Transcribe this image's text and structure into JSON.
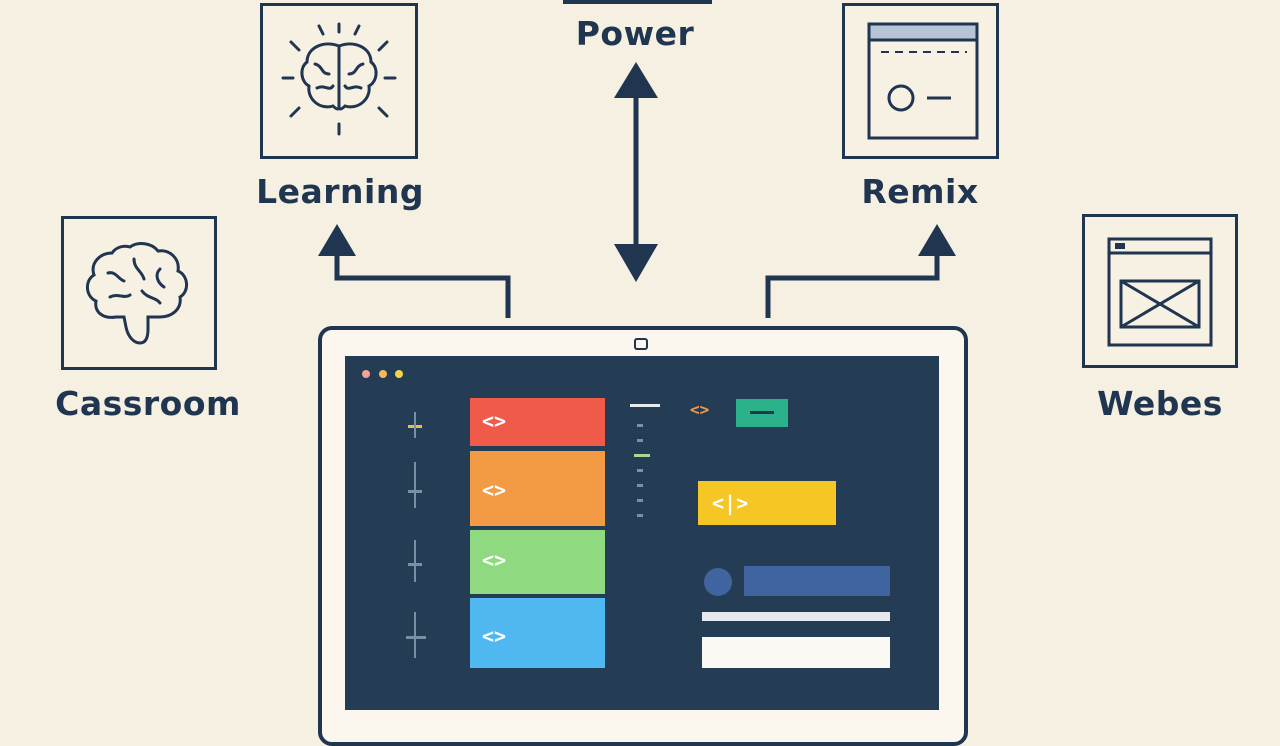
{
  "nodes": {
    "power": "Power",
    "learning": "Learning",
    "remix": "Remix",
    "classroom": "Cassroom",
    "webes": "Webes"
  },
  "screen": {
    "code_glyph": "<>",
    "code_glyph_alt": "<|>",
    "window_dots": [
      "#f4a39a",
      "#f5b95b",
      "#f2d64a"
    ],
    "blocks": [
      {
        "color": "#f05a4a"
      },
      {
        "color": "#f39a45"
      },
      {
        "color": "#8fd980"
      },
      {
        "color": "#4fb8f0"
      }
    ]
  },
  "colors": {
    "ink": "#1f3550",
    "background": "#f6f0e2",
    "screen": "#253c55",
    "accent_yellow": "#f6c624",
    "accent_teal": "#2bb28a",
    "accent_blue": "#3f64a0"
  }
}
